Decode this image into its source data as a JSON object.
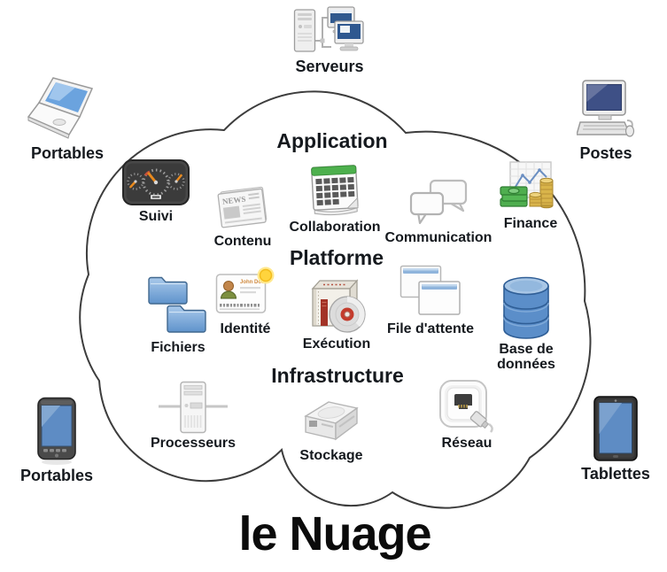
{
  "title": "le Nuage",
  "layer_headers": [
    {
      "id": "application",
      "label": "Application"
    },
    {
      "id": "platform",
      "label": "Platforme"
    },
    {
      "id": "infrastructure",
      "label": "Infrastructure"
    }
  ],
  "devices": [
    {
      "id": "serveurs",
      "label": "Serveurs",
      "icon": "server-group-icon"
    },
    {
      "id": "portables-haut",
      "label": "Portables",
      "icon": "laptop-icon"
    },
    {
      "id": "postes",
      "label": "Postes",
      "icon": "desktop-computer-icon"
    },
    {
      "id": "portables-bas",
      "label": "Portables",
      "icon": "smartphone-icon"
    },
    {
      "id": "tablettes",
      "label": "Tablettes",
      "icon": "tablet-icon"
    }
  ],
  "application_services": [
    {
      "label": "Suivi",
      "icon": "gauge-dashboard-icon"
    },
    {
      "label": "Contenu",
      "icon": "newspaper-icon"
    },
    {
      "label": "Collaboration",
      "icon": "calendar-icon"
    },
    {
      "label": "Communication",
      "icon": "chat-bubbles-icon"
    },
    {
      "label": "Finance",
      "icon": "chart-money-coins-icon"
    }
  ],
  "platform_services": [
    {
      "label": "Fichiers",
      "icon": "blue-folders-icon"
    },
    {
      "label": "Identité",
      "icon": "id-card-icon"
    },
    {
      "label": "Exécution",
      "icon": "software-box-cd-icon"
    },
    {
      "label": "File d'attente",
      "icon": "stacked-windows-icon"
    },
    {
      "label": "Base de données",
      "icon": "database-cylinder-icon"
    }
  ],
  "infrastructure_services": [
    {
      "label": "Processeurs",
      "icon": "server-tower-icon"
    },
    {
      "label": "Stockage",
      "icon": "storage-drive-icon"
    },
    {
      "label": "Réseau",
      "icon": "network-socket-plug-icon"
    }
  ],
  "icon_texts": {
    "newspaper_masthead": "NEWS",
    "id_card_name": "John Doe"
  },
  "colors": {
    "cloud_outline": "#3d3d3d",
    "cloud_fill": "#ffffff",
    "label_text": "#15191e",
    "screen_blue": "#5e8cc4",
    "folder_blue": "#6f9fd4",
    "database_blue": "#5b8ec9",
    "calendar_green": "#4db04d",
    "money_green": "#4fae4f",
    "coin_gold": "#d9b44a",
    "needle_orange": "#e8891d",
    "execution_red": "#a33327",
    "badge_yellow": "#ffd43d"
  }
}
